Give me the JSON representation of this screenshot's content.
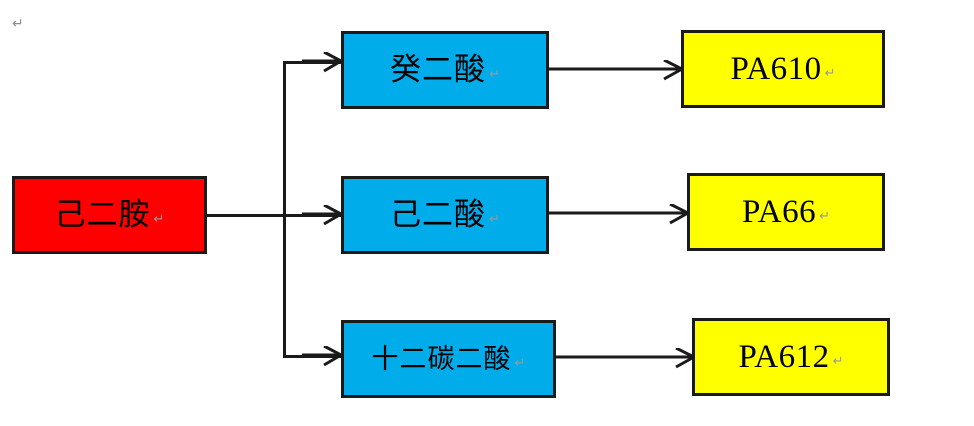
{
  "document": {
    "paragraph_mark": "↵",
    "background_color": "#ffffff"
  },
  "palette": {
    "source_fill": "#fe0000",
    "diacid_fill": "#00ACE9",
    "product_fill": "#ffff00",
    "border": "#1a1a1a",
    "paragraph_mark_color": "#8f8f8f"
  },
  "diagram": {
    "type": "flowchart",
    "title": "",
    "source_node": {
      "id": "hexamethylenediamine",
      "label": "己二胺",
      "fill": "#fe0000",
      "mark": "↵"
    },
    "diacid_nodes": [
      {
        "id": "sebacic-acid",
        "label": "癸二酸",
        "fill": "#00ACE9",
        "mark": "↵"
      },
      {
        "id": "adipic-acid",
        "label": "己二酸",
        "fill": "#00ACE9",
        "mark": "↵"
      },
      {
        "id": "dodecanedioic-acid",
        "label": "十二碳二酸",
        "fill": "#00ACE9",
        "mark": "↵"
      }
    ],
    "product_nodes": [
      {
        "id": "pa610",
        "label": "PA610",
        "fill": "#ffff00",
        "mark": "↵"
      },
      {
        "id": "pa66",
        "label": "PA66",
        "fill": "#ffff00",
        "mark": "↵"
      },
      {
        "id": "pa612",
        "label": "PA612",
        "fill": "#ffff00",
        "mark": "↵"
      }
    ],
    "edges": [
      {
        "from": "hexamethylenediamine",
        "to": "sebacic-acid",
        "style": "elbow-arrow"
      },
      {
        "from": "hexamethylenediamine",
        "to": "adipic-acid",
        "style": "straight-arrow"
      },
      {
        "from": "hexamethylenediamine",
        "to": "dodecanedioic-acid",
        "style": "elbow-arrow"
      },
      {
        "from": "sebacic-acid",
        "to": "pa610",
        "style": "straight-arrow"
      },
      {
        "from": "adipic-acid",
        "to": "pa66",
        "style": "straight-arrow"
      },
      {
        "from": "dodecanedioic-acid",
        "to": "pa612",
        "style": "straight-arrow"
      }
    ]
  }
}
